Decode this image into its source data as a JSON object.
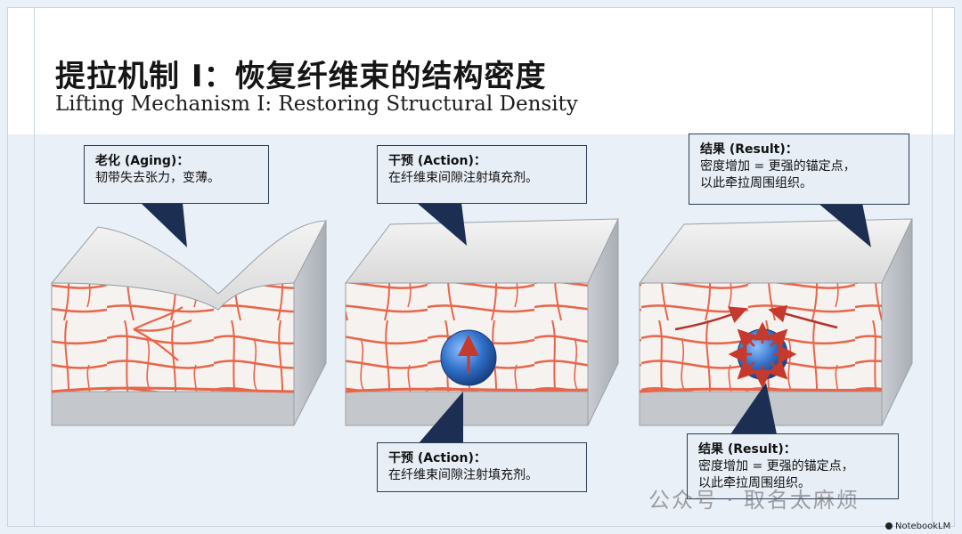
{
  "title_cn": "提拉机制 I：恢复纤维束的结构密度",
  "title_en": "Lifting Mechanism I: Restoring Structural Density",
  "callouts": {
    "aging": {
      "head": "老化 (Aging)：",
      "body": "韧带失去张力，变薄。"
    },
    "action_top": {
      "head": "干预 (Action)：",
      "body": "在纤维束间隙注射填充剂。"
    },
    "result_top": {
      "head": "结果 (Result)：",
      "body1": "密度增加 = 更强的锚定点，",
      "body2": "以此牵拉周围组织。"
    },
    "action_bottom": {
      "head": "干预 (Action)：",
      "body": "在纤维束间隙注射填充剂。"
    },
    "result_bottom": {
      "head": "结果 (Result)：",
      "body1": "密度增加 = 更强的锚定点，",
      "body2": "以此牵拉周围组织。"
    }
  },
  "watermark": "公众号 · 取名太麻烦",
  "logo": "NotebookLM",
  "colors": {
    "fiber": "#e8654a",
    "skin_top": "#ededed",
    "block_side": "#bfc3c8",
    "callout_fill": "#e8eef6",
    "pointer": "#1c2f52",
    "sphere": "#2f6fc9",
    "arrow": "#c53a2c"
  }
}
